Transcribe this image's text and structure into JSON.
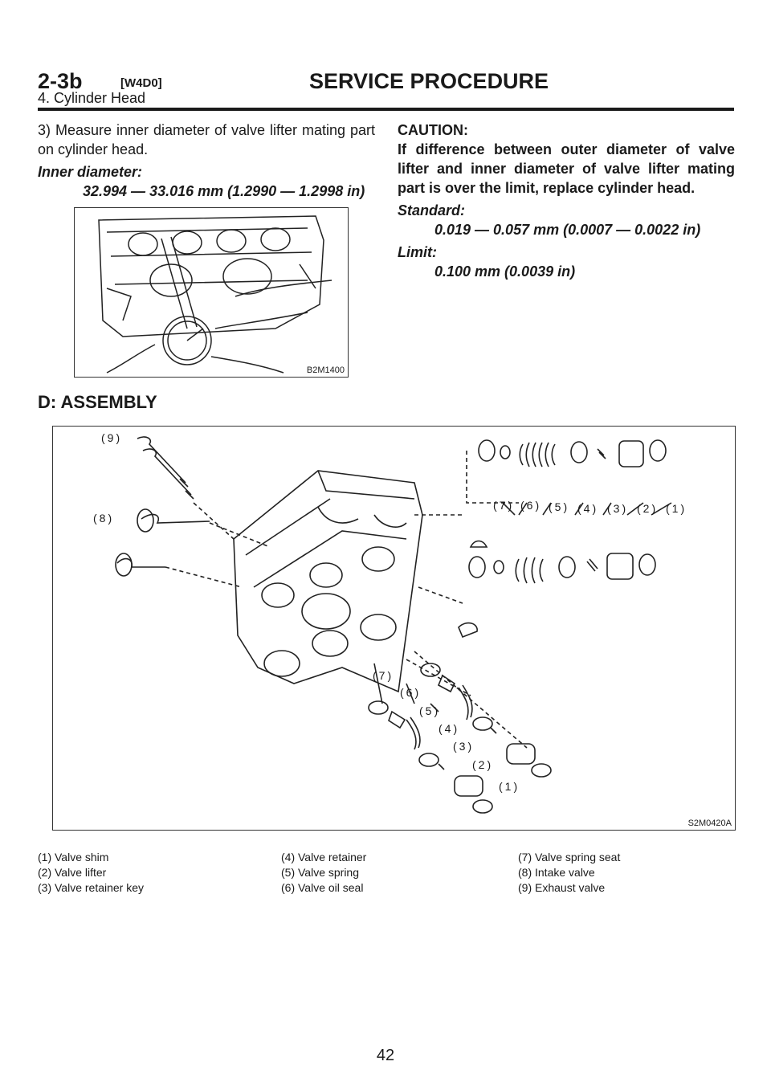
{
  "header": {
    "code": "2-3b",
    "subcode": "[W4D0]",
    "title": "SERVICE PROCEDURE",
    "section": "4. Cylinder Head"
  },
  "step": {
    "text": "3) Measure inner diameter of valve lifter mating part on cylinder head.",
    "spec_label": "Inner diameter:",
    "spec_value": "32.994 — 33.016 mm (1.2990 — 1.2998 in)"
  },
  "figure1": {
    "id": "B2M1400"
  },
  "caution": {
    "heading": "CAUTION:",
    "text": "If difference between outer diameter of valve lifter and inner diameter of valve lifter mating part is over the limit, replace cylinder head.",
    "standard_label": "Standard:",
    "standard_value": "0.019 — 0.057 mm (0.0007 — 0.0022 in)",
    "limit_label": "Limit:",
    "limit_value": "0.100 mm (0.0039 in)"
  },
  "section": {
    "title": "D: ASSEMBLY"
  },
  "figure2": {
    "id": "S2M0420A",
    "callouts": [
      "(9)",
      "(8)",
      "(7)",
      "(6)",
      "(5)",
      "(4)",
      "(3)",
      "(2)",
      "(1)"
    ]
  },
  "legend": {
    "col1": [
      "(1) Valve shim",
      "(2) Valve lifter",
      "(3) Valve retainer key"
    ],
    "col2": [
      "(4) Valve retainer",
      "(5) Valve spring",
      "(6) Valve oil seal"
    ],
    "col3": [
      "(7) Valve spring seat",
      "(8) Intake valve",
      "(9) Exhaust valve"
    ]
  },
  "page": {
    "number": "42"
  }
}
